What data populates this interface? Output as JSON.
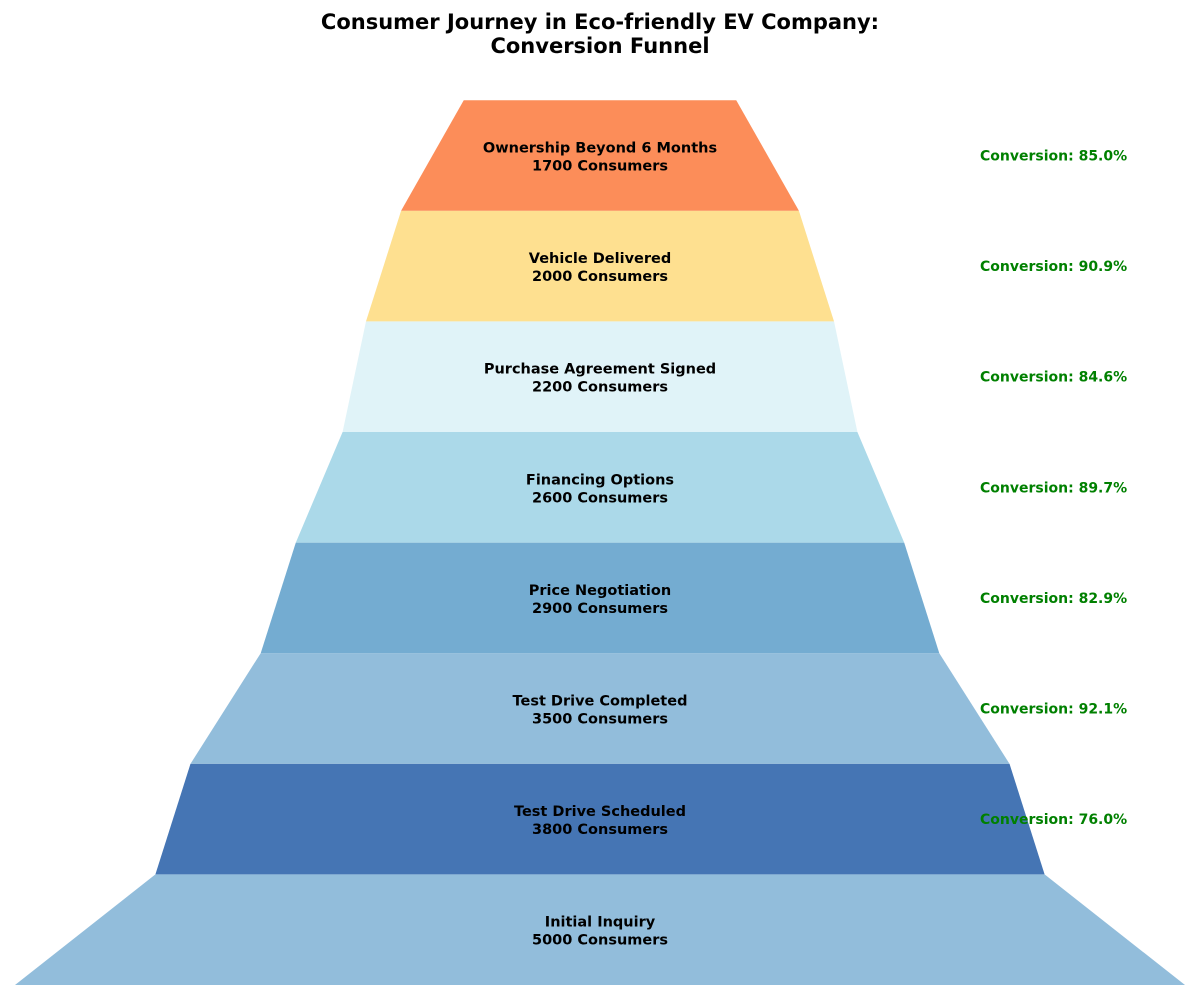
{
  "chart_data": {
    "type": "funnel",
    "title_lines": [
      "Consumer Journey in Eco-friendly EV Company:",
      "Conversion Funnel"
    ],
    "stages": [
      "Initial Inquiry",
      "Test Drive Scheduled",
      "Test Drive Completed",
      "Price Negotiation",
      "Financing Options",
      "Purchase Agreement Signed",
      "Vehicle Delivered",
      "Ownership Beyond 6 Months"
    ],
    "values": [
      5000,
      3800,
      3500,
      2900,
      2600,
      2200,
      2000,
      1700
    ],
    "value_suffix": " Consumers",
    "conversion_prefix": "Conversion: ",
    "conversions": [
      76.0,
      92.1,
      82.9,
      89.7,
      84.6,
      90.9,
      85.0
    ],
    "colors": [
      "#92bddb",
      "#4575b4",
      "#92bddb",
      "#74acd1",
      "#abd9e9",
      "#e0f3f8",
      "#fee090",
      "#fc8d59"
    ],
    "conversion_color": "#008000"
  }
}
